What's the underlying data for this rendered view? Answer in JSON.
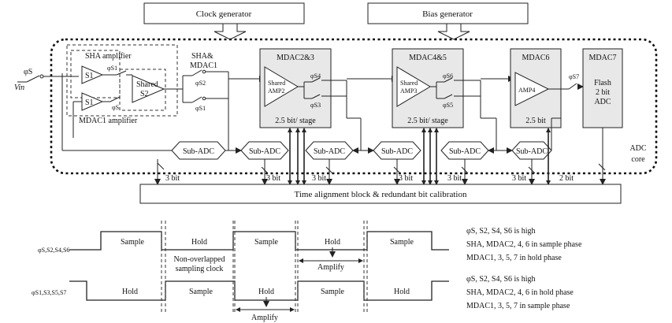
{
  "top": {
    "clock_generator": "Clock generator",
    "bias_generator": "Bias generator"
  },
  "input": {
    "phi_s": "φS",
    "vin": "Vin"
  },
  "sha": {
    "sha_amplifier": "SHA amplifier",
    "phi_s1_top": "φS1",
    "s1_top": "S1",
    "s1_bottom": "S1",
    "shared": "Shared",
    "s2": "S2",
    "phi_s_bottom": "φS",
    "mdac1_amplifier": "MDAC1 amplifier",
    "sha_mdac1": "SHA&",
    "sha_mdac1_2": "MDAC1",
    "phi_s2": "φS2",
    "phi_s1": "φS1"
  },
  "mdac23": {
    "title": "MDAC2&3",
    "amp_line1": "Shared",
    "amp_line2": "AMP2",
    "phi_top": "φS4",
    "phi_bot": "φS3",
    "stage": "2.5 bit/ stage"
  },
  "mdac45": {
    "title": "MDAC4&5",
    "amp_line1": "Shared",
    "amp_line2": "AMP3",
    "phi_top": "φS6",
    "phi_bot": "φS5",
    "stage": "2.5 bit/ stage"
  },
  "mdac6": {
    "title": "MDAC6",
    "amp": "AMP4",
    "stage": "2.5 bit",
    "phi": "φS7"
  },
  "mdac7": {
    "title": "MDAC7",
    "line1": "Flash",
    "line2": "2 bit",
    "line3": "ADC"
  },
  "sub_adc": [
    "Sub-ADC",
    "Sub-ADC",
    "Sub-ADC",
    "Sub-ADC",
    "Sub-ADC",
    "Sub-ADC"
  ],
  "adc_core": {
    "line1": "ADC",
    "line2": "core"
  },
  "bits": [
    "3 bit",
    "3 bit",
    "3 bit",
    "3 bit",
    "3 bit",
    "2 bit"
  ],
  "time_alignment": "Time alignment block & redundant bit calibration",
  "timing": {
    "row1_label": "φS,S2,S4,S6",
    "row2_label": "φS1,S3,S5,S7",
    "row1_phases": [
      "Sample",
      "Hold",
      "Sample",
      "Hold",
      "Sample"
    ],
    "row2_phases": [
      "Hold",
      "Sample",
      "Hold",
      "Sample",
      "Hold"
    ],
    "amplify": "Amplify",
    "non_overlap_1": "Non-overlapped",
    "non_overlap_2": "sampling clock"
  },
  "notes": {
    "top": [
      "φS, S2, S4, S6 is high",
      "SHA, MDAC2, 4, 6 in sample phase",
      "MDAC1, 3, 5, 7 in hold phase"
    ],
    "bottom": [
      "φS, S2, S4, S6 is high",
      "SHA, MDAC2, 4, 6 in hold phase",
      "MDAC1, 3, 5, 7 in sample phase"
    ]
  }
}
